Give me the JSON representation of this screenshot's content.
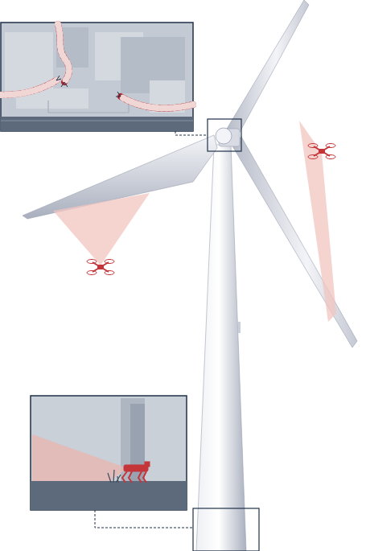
{
  "diagram": {
    "nodes": [
      {
        "text": [
          "Continuum robot"
        ]
      },
      {
        "text": [
          "Legged robot"
        ]
      }
    ],
    "labels": [
      "Aerial robot"
    ]
  }
}
